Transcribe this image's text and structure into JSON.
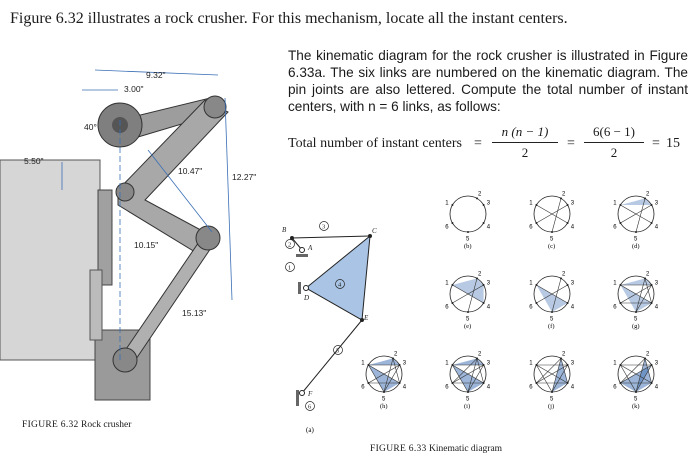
{
  "intro": "Figure 6.32 illustrates a rock crusher. For this mechanism, locate all the instant centers.",
  "body_text": "The kinematic diagram for the rock crusher is illustrated in Figure 6.33a. The six links are numbered on the kinematic diagram. The pin joints are also lettered. Compute the total number of instant centers, with n = 6 links, as follows:",
  "equation": {
    "lhs": "Total number of instant centers",
    "eq": "=",
    "f1_num": "n (n − 1)",
    "f1_den": "2",
    "f2_num": "6(6 − 1)",
    "f2_den": "2",
    "result": "15"
  },
  "fig632": {
    "caption_label": "FIGURE 6.32",
    "caption_text": "Rock crusher",
    "dims": [
      "9.32\"",
      "3.00\"",
      "40°",
      "5.50\"",
      "10.47\"",
      "12.27\"",
      "10.15\"",
      "15.13\""
    ]
  },
  "fig633": {
    "caption_label": "FIGURE 6.33",
    "caption_text": "Kinematic diagram",
    "links": [
      "1",
      "2",
      "3",
      "4",
      "5",
      "6"
    ],
    "joints": [
      "A",
      "B",
      "C",
      "D",
      "E",
      "F"
    ],
    "sub_labels": [
      "(a)",
      "(b)",
      "(c)",
      "(d)",
      "(e)",
      "(f)",
      "(g)",
      "(h)",
      "(i)",
      "(j)",
      "(k)"
    ],
    "circle_numbers": [
      "1",
      "2",
      "3",
      "4",
      "5",
      "6"
    ]
  },
  "colors": {
    "link_fill": "#a9c4e4",
    "link_dark": "#4a78b8",
    "machine_gray": "#8c8c8c",
    "dim_blue": "#3a6fb5"
  }
}
